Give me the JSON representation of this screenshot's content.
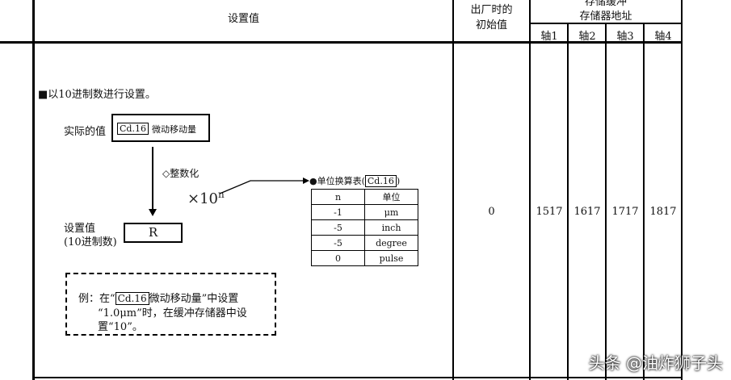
{
  "header": {
    "setting": "设置值",
    "initial": "出厂时的\n初始值",
    "buffer_top": "存储缓冲",
    "buffer": "存储器地址",
    "axes": [
      "轴1",
      "轴2",
      "轴3",
      "轴4"
    ]
  },
  "body": {
    "heading": "■以10进制数进行设置。",
    "actual_label": "实际的值",
    "ref": "Cd.16",
    "actual_name": "微动移动量",
    "integerize": "◇整数化",
    "multiplier": "×10",
    "exp": "n",
    "set_label1": "设置值",
    "set_label2": "(10进制数)",
    "r": "R",
    "table_title": "●单位换算表(",
    "table_title_end": ")",
    "table_headers": [
      "n",
      "单位"
    ],
    "table_rows": [
      [
        "-1",
        "μm"
      ],
      [
        "-5",
        "inch"
      ],
      [
        "-5",
        "degree"
      ],
      [
        "0",
        "pulse"
      ]
    ],
    "example_l1a": "例：在“",
    "example_l1b": "微动移动量”中设置",
    "example_l2": "“1.0μm”时，在缓冲存储器中设",
    "example_l3": "置“10”。",
    "initial_value": "0",
    "addresses": [
      "1517",
      "1617",
      "1717",
      "1817"
    ]
  },
  "watermark": "头条 @油炸狮子头"
}
